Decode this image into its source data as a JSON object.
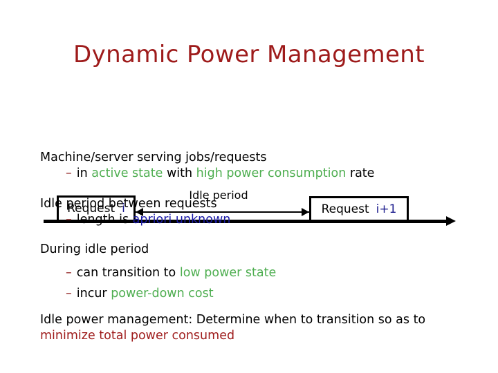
{
  "slide": {
    "title": "Dynamic Power Management",
    "background_color": "#ffffff",
    "title_color": "#9E1B1B",
    "accent_colors": {
      "red": "#9E1B1B",
      "green": "#4EAE50",
      "blue": "#1A1AA8",
      "dash": "#8E1A1A",
      "black": "#000000"
    }
  },
  "diagram": {
    "name": "request-timeline",
    "left_box_label": "Request",
    "left_box_index": "i",
    "right_box_label": "Request",
    "right_box_index": "i+1",
    "span_label": "Idle period",
    "axis_direction": "right",
    "span_arrow": "double-headed"
  },
  "content": {
    "paragraphs": [
      {
        "heading": "Machine/server serving jobs/requests",
        "bullets": [
          {
            "dash": "–",
            "segments": [
              {
                "text": "in ",
                "color": "black"
              },
              {
                "text": "active state",
                "color": "green"
              },
              {
                "text": " with ",
                "color": "black"
              },
              {
                "text": "high power consumption",
                "color": "green"
              },
              {
                "text": " rate",
                "color": "black"
              }
            ]
          }
        ]
      },
      {
        "heading": "Idle period between requests",
        "bullets": [
          {
            "dash": "–",
            "segments": [
              {
                "text": "length is ",
                "color": "black"
              },
              {
                "text": "apriori unknown",
                "color": "blue"
              }
            ]
          }
        ]
      },
      {
        "heading": "During idle period",
        "bullets": [
          {
            "dash": "–",
            "segments": [
              {
                "text": "can transition to ",
                "color": "black"
              },
              {
                "text": "low power state",
                "color": "green"
              }
            ]
          },
          {
            "dash": "–",
            "segments": [
              {
                "text": "incur ",
                "color": "black"
              },
              {
                "text": "power-down cost",
                "color": "green"
              }
            ]
          }
        ]
      }
    ],
    "closing": {
      "lead": "Idle power management: Determine when to transition so as to ",
      "emphasis": "minimize total power consumed",
      "emphasis_color": "red"
    }
  }
}
